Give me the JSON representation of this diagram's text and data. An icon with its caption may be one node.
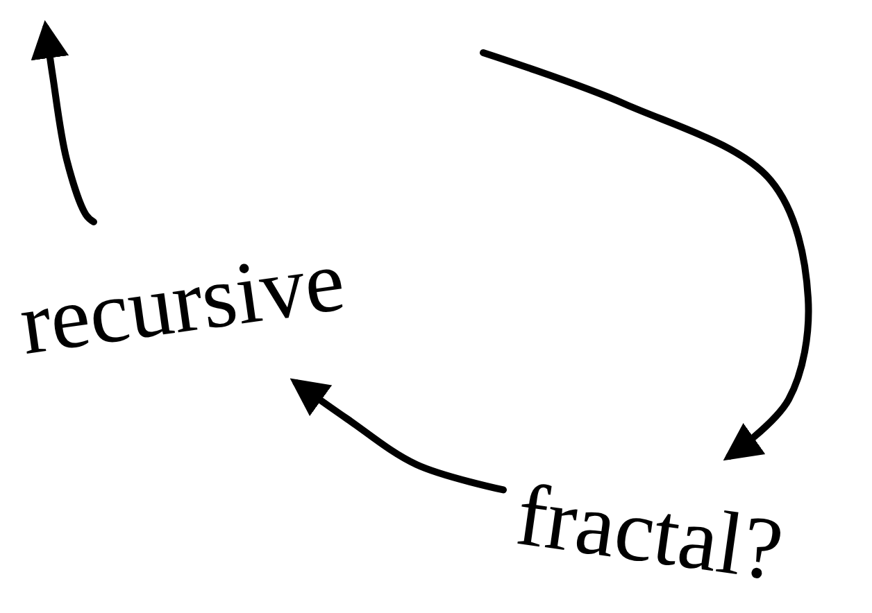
{
  "diagram": {
    "nodes": [
      {
        "text": [
          "recursive"
        ]
      },
      {
        "text": [
          "fractal?"
        ]
      }
    ],
    "edges": [
      {
        "from": 0,
        "to": null,
        "arrow": "to"
      },
      {
        "from": null,
        "to": 1,
        "arrow": "to"
      },
      {
        "from": 1,
        "to": 0,
        "arrow": "to"
      }
    ]
  }
}
